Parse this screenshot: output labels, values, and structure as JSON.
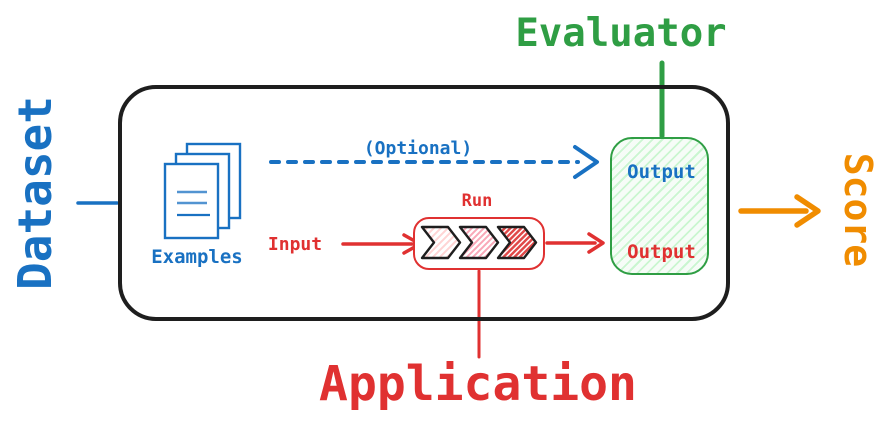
{
  "colors": {
    "blue": "#1971c2",
    "red": "#e03131",
    "green": "#2f9e44",
    "orange": "#f08c00",
    "outline_black": "#1e1e1e",
    "evaluator_box_bg": "#f6fcf7",
    "evaluator_box_hatch": "#b2f2bb"
  },
  "diagram": {
    "dataset_label": "Dataset",
    "examples_label": "Examples",
    "optional_label": "(Optional)",
    "input_label": "Input",
    "run_label": "Run",
    "application_label": "Application",
    "evaluator_label": "Evaluator",
    "reference_output_label": "Output",
    "app_output_label": "Output",
    "score_label": "Score"
  }
}
